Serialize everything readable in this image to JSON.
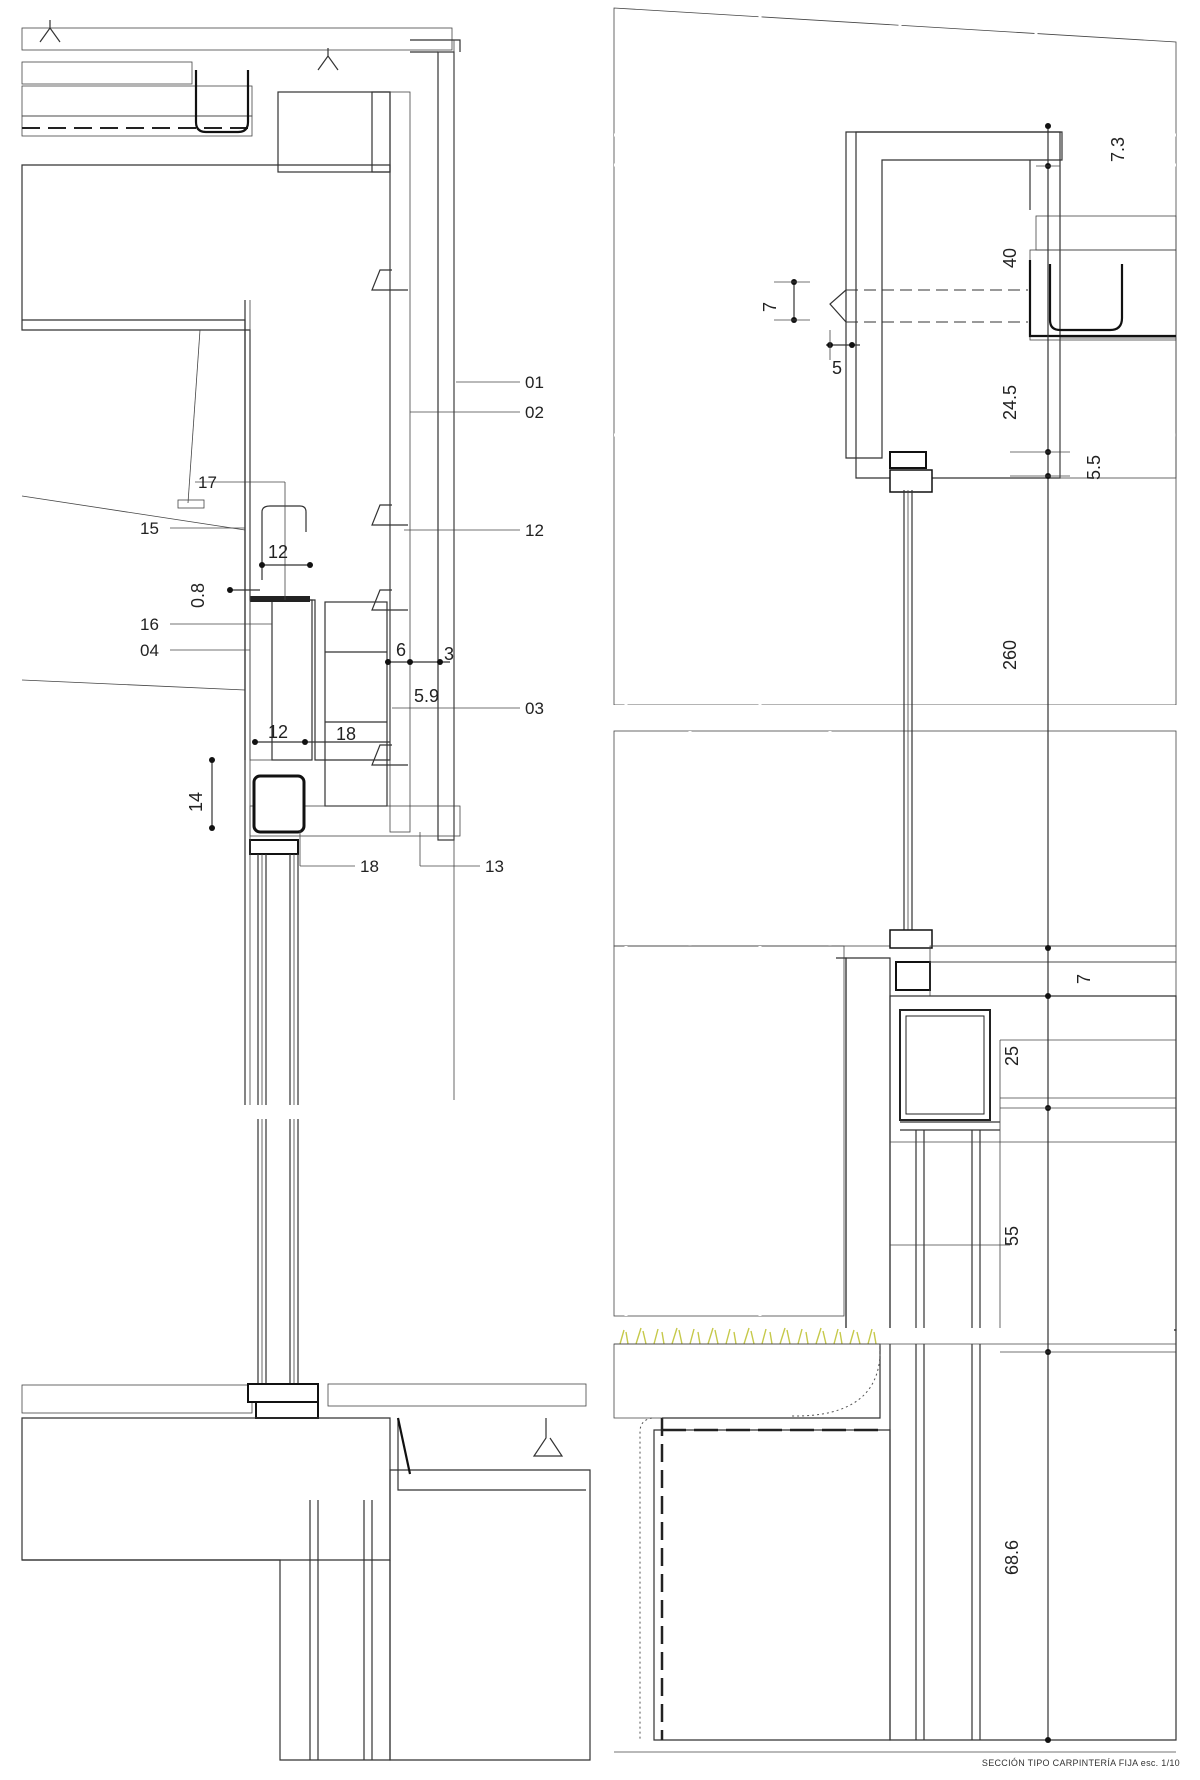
{
  "caption": "SECCIÓN TIPO CARPINTERÍA FIJA esc. 1/10",
  "colors": {
    "background": "#ffffff",
    "stone_panel": "#cfcfcf",
    "concrete": "#f3f3f3",
    "line": "#333333",
    "grass": "#c6c94a"
  },
  "left_detail": {
    "callouts": {
      "c01": "01",
      "c02": "02",
      "c03": "03",
      "c04": "04",
      "c12": "12",
      "c13": "13",
      "c15": "15",
      "c16": "16",
      "c17": "17",
      "c18": "18"
    },
    "dimensions": {
      "d12_top": "12",
      "d08": "0.8",
      "d6": "6",
      "d3": "3",
      "d59": "5.9",
      "d12_bottom": "12",
      "d18": "18",
      "d14": "14"
    }
  },
  "right_detail": {
    "dimensions": {
      "d73": "7.3",
      "d40": "40",
      "d7_top": "7",
      "d5": "5",
      "d245": "24.5",
      "d55": "5.5",
      "d260": "260",
      "d7_mid": "7",
      "d25": "25",
      "d55_lower": "55",
      "d686": "68.6"
    }
  }
}
